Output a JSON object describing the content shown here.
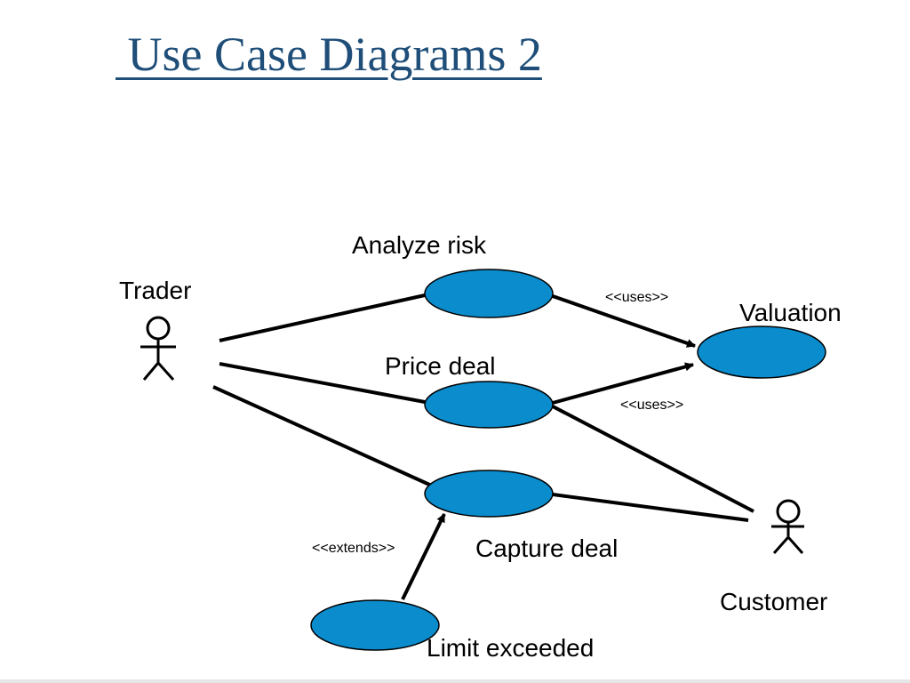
{
  "slide": {
    "title": " Use Case Diagrams 2"
  },
  "diagram": {
    "actors": {
      "trader": "Trader",
      "customer": "Customer"
    },
    "use_cases": {
      "analyze_risk": "Analyze risk",
      "valuation": "Valuation",
      "price_deal": "Price deal",
      "capture_deal": "Capture deal",
      "limit_exceeded": "Limit exceeded"
    },
    "relations": {
      "uses_1": "<<uses>>",
      "uses_2": "<<uses>>",
      "extends": "<<extends>>"
    },
    "colors": {
      "use_case_fill": "#0a8ccd",
      "stroke": "#000000",
      "title": "#1f4e79"
    }
  }
}
